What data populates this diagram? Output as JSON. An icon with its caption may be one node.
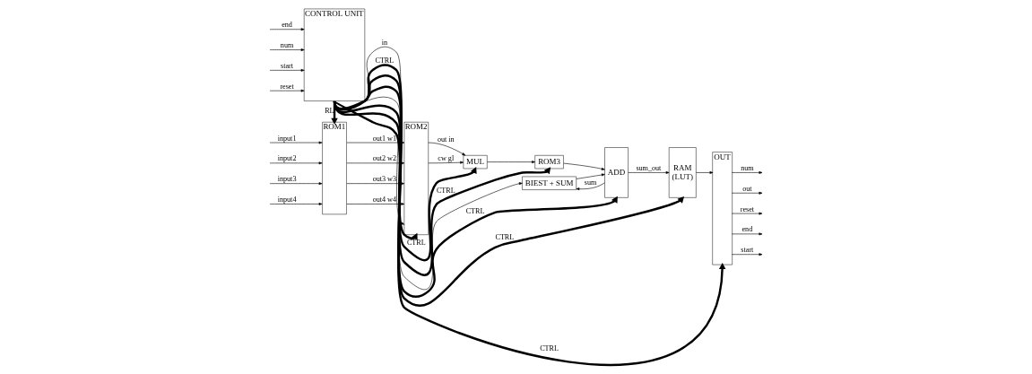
{
  "diagram": {
    "nodes": [
      {
        "text": [
          "ROM1"
        ]
      },
      {
        "text": [
          "ROM2"
        ]
      },
      {
        "text": [
          "MUL"
        ]
      },
      {
        "text": [
          "ROM3"
        ]
      },
      {
        "text": [
          "BIEST + SUM"
        ]
      },
      {
        "text": [
          "ADD"
        ]
      },
      {
        "text": [
          "RAM",
          "(LUT)"
        ]
      },
      {
        "text": [
          "OUT"
        ]
      },
      {
        "text": [
          "CONTROL UNIT"
        ]
      }
    ],
    "edges": [
      {
        "from": null,
        "to": 0,
        "arrow": "to",
        "label": "input1"
      },
      {
        "from": null,
        "to": 0,
        "arrow": "to",
        "label": "input2"
      },
      {
        "from": null,
        "to": 0,
        "arrow": "to",
        "label": "input3"
      },
      {
        "from": null,
        "to": 0,
        "arrow": "to",
        "label": "input4"
      },
      {
        "from": 0,
        "to": 1,
        "arrow": "to",
        "label": "out1 w1"
      },
      {
        "from": 0,
        "to": 1,
        "arrow": "to",
        "label": "out2 w2"
      },
      {
        "from": 0,
        "to": 1,
        "arrow": "to",
        "label": "out3 w3"
      },
      {
        "from": 0,
        "to": 1,
        "arrow": "to",
        "label": "out4 w4"
      },
      {
        "from": 8,
        "to": 0,
        "arrow": "to",
        "label": "RL",
        "style": "thick"
      },
      {
        "from": 8,
        "to": 1,
        "arrow": "to",
        "label": "in"
      },
      {
        "from": 8,
        "to": 1,
        "arrow": "to",
        "label": "CTRL",
        "style": "thick"
      },
      {
        "from": 1,
        "to": 2,
        "arrow": "to",
        "label": "out in"
      },
      {
        "from": 1,
        "to": 2,
        "arrow": "to",
        "label": "cw gl"
      },
      {
        "from": 2,
        "to": 3,
        "arrow": "to"
      },
      {
        "from": 8,
        "to": 2,
        "arrow": "to",
        "label": "CTRL",
        "style": "thick"
      },
      {
        "from": 3,
        "to": 5,
        "arrow": "to"
      },
      {
        "from": 8,
        "to": 3,
        "arrow": "to",
        "label": "CTRL",
        "style": "thick"
      },
      {
        "from": 8,
        "to": 4,
        "arrow": "to"
      },
      {
        "from": 5,
        "to": 4,
        "arrow": "to",
        "label": "sum"
      },
      {
        "from": 4,
        "to": 5,
        "arrow": "to"
      },
      {
        "from": 8,
        "to": 5,
        "arrow": "to",
        "label": "CTRL",
        "style": "thick"
      },
      {
        "from": 5,
        "to": 6,
        "arrow": "to",
        "label": "sum_out"
      },
      {
        "from": 8,
        "to": 6,
        "arrow": "to",
        "label": "CTRL",
        "style": "thick"
      },
      {
        "from": 6,
        "to": 7,
        "arrow": "to"
      },
      {
        "from": 8,
        "to": 7,
        "arrow": "to",
        "label": "CTRL",
        "style": "thick"
      },
      {
        "from": 7,
        "to": null,
        "arrow": "to",
        "label": "num"
      },
      {
        "from": 7,
        "to": null,
        "arrow": "to",
        "label": "out"
      },
      {
        "from": 7,
        "to": null,
        "arrow": "to",
        "label": "reset"
      },
      {
        "from": 7,
        "to": null,
        "arrow": "to",
        "label": "end"
      },
      {
        "from": 7,
        "to": null,
        "arrow": "to",
        "label": "start"
      },
      {
        "from": null,
        "to": 8,
        "arrow": "to",
        "label": "end"
      },
      {
        "from": null,
        "to": 8,
        "arrow": "to",
        "label": "num"
      },
      {
        "from": null,
        "to": 8,
        "arrow": "to",
        "label": "start"
      },
      {
        "from": null,
        "to": 8,
        "arrow": "to",
        "label": "reset"
      }
    ]
  }
}
